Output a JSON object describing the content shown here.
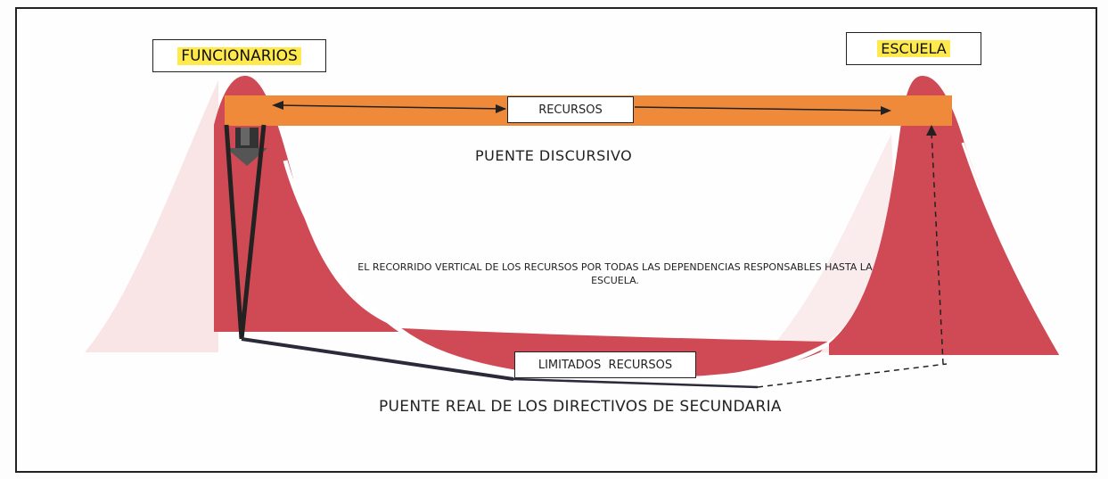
{
  "labels": {
    "funcionarios": "FUNCIONARIOS",
    "escuela": "ESCUELA",
    "recursos": "RECURSOS",
    "limitados_recursos": "LIMITADOS  RECURSOS"
  },
  "texts": {
    "puente_discursivo": "PUENTE DISCURSIVO",
    "recorrido_vertical": "EL RECORRIDO VERTICAL DE LOS RECURSOS POR TODAS LAS DEPENDENCIAS RESPONSABLES HASTA LA ESCUELA.",
    "puente_real": "PUENTE REAL DE LOS DIRECTIVOS DE SECUNDARIA"
  },
  "colors": {
    "peak_red": "#cf4a55",
    "peak_light": "#f5c9ce",
    "bridge_orange": "#ee8a3a",
    "highlight_yellow": "#ffe94d",
    "line_dark": "#222222"
  },
  "icons": {
    "down_arrow": "down-arrow-icon"
  }
}
